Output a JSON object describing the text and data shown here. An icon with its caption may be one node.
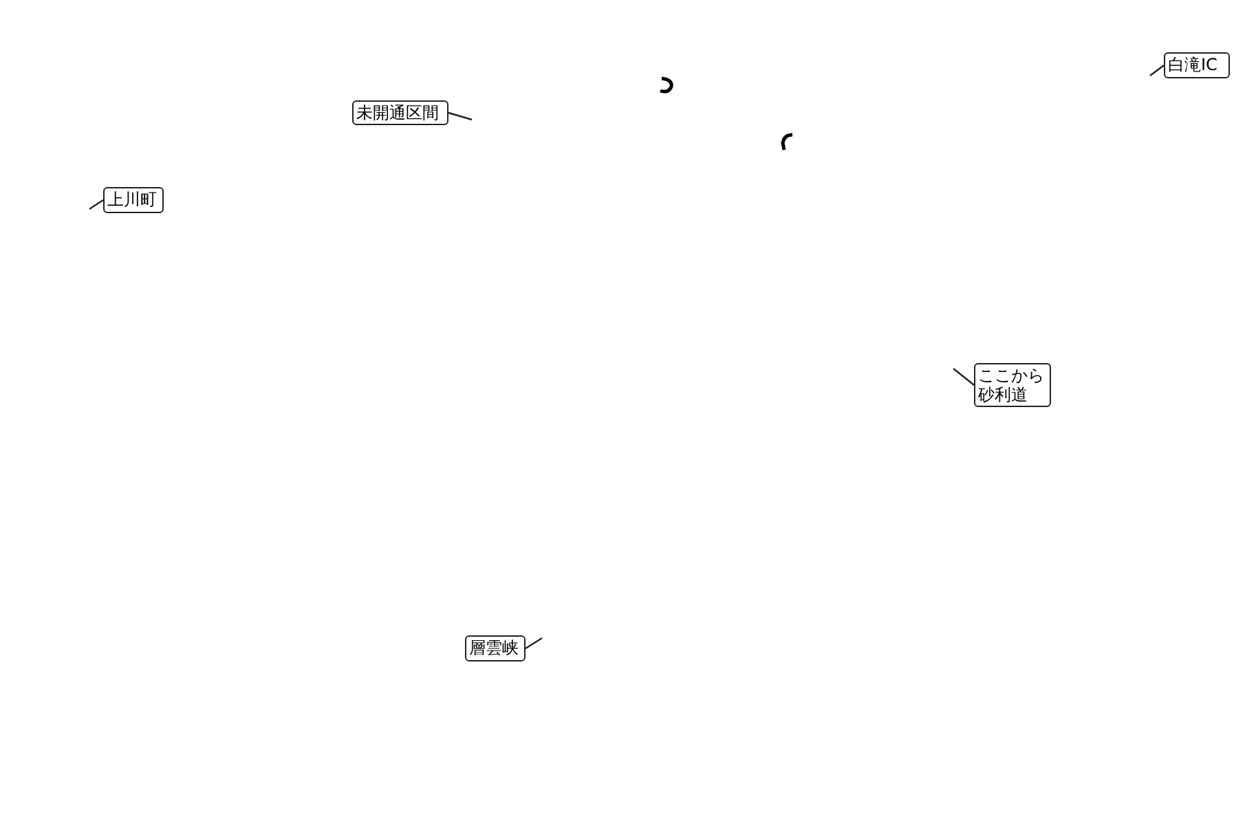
{
  "diagram": {
    "nodes": [
      {
        "text": [
          "白滝IC"
        ]
      },
      {
        "text": [
          "未開通区間"
        ]
      },
      {
        "text": [
          "上川町"
        ]
      },
      {
        "text": [
          "ここから砂利道"
        ]
      },
      {
        "text": [
          "層雲峡"
        ]
      }
    ],
    "edges": [
      {
        "from": 0,
        "to": null,
        "arrow": "none"
      },
      {
        "from": 1,
        "to": null,
        "arrow": "none"
      },
      {
        "from": 2,
        "to": null,
        "arrow": "none"
      },
      {
        "from": 3,
        "to": null,
        "arrow": "none"
      },
      {
        "from": 4,
        "to": null,
        "arrow": "none"
      }
    ]
  }
}
